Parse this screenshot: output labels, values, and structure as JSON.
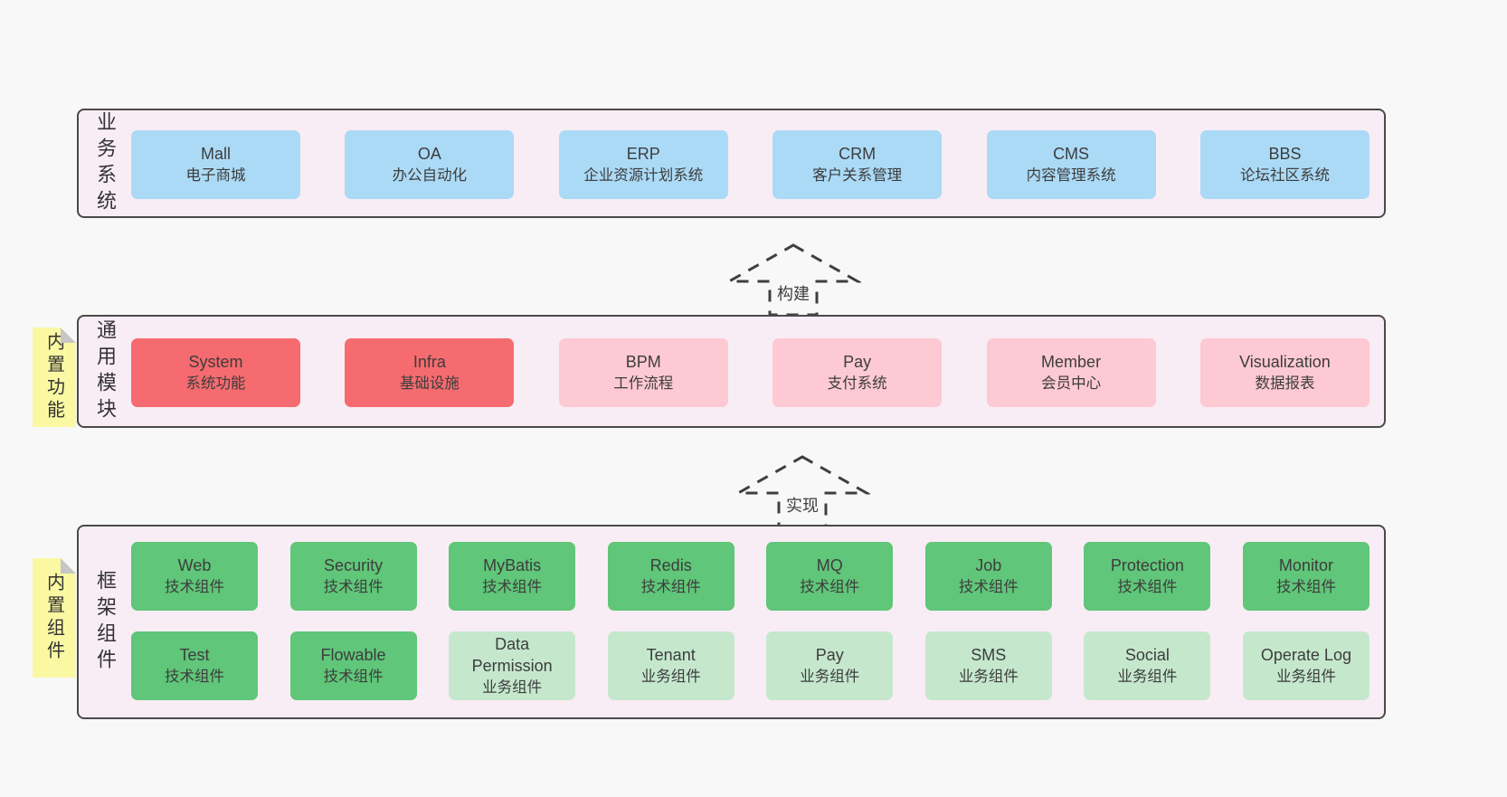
{
  "colors": {
    "page-bg": "#f8f8f8",
    "layer-bg": "#f9edf5",
    "layer-border": "#4a4a4a",
    "blue": "#abdaf6",
    "red": "#f56b6f",
    "pink": "#fdc9d2",
    "green": "#60c679",
    "green-light": "#c5e8cd",
    "sticky": "#faf8a2",
    "fold": "#c6c6c6",
    "text": "#3d3d3d",
    "arrow": "#3f3f3f"
  },
  "arrows": [
    {
      "label": "构建"
    },
    {
      "label": "实现"
    }
  ],
  "layers": [
    {
      "label": "业务系统",
      "rows": [
        [
          {
            "name": "Mall",
            "desc": "电子商城"
          },
          {
            "name": "OA",
            "desc": "办公自动化"
          },
          {
            "name": "ERP",
            "desc": "企业资源计划系统"
          },
          {
            "name": "CRM",
            "desc": "客户关系管理"
          },
          {
            "name": "CMS",
            "desc": "内容管理系统"
          },
          {
            "name": "BBS",
            "desc": "论坛社区系统"
          }
        ]
      ]
    },
    {
      "label": "通用模块",
      "sticky": "内置功能",
      "rows": [
        [
          {
            "name": "System",
            "desc": "系统功能"
          },
          {
            "name": "Infra",
            "desc": "基础设施"
          },
          {
            "name": "BPM",
            "desc": "工作流程"
          },
          {
            "name": "Pay",
            "desc": "支付系统"
          },
          {
            "name": "Member",
            "desc": "会员中心"
          },
          {
            "name": "Visualization",
            "desc": "数据报表"
          }
        ]
      ]
    },
    {
      "label": "框架组件",
      "sticky": "内置组件",
      "rows": [
        [
          {
            "name": "Web",
            "desc": "技术组件"
          },
          {
            "name": "Security",
            "desc": "技术组件"
          },
          {
            "name": "MyBatis",
            "desc": "技术组件"
          },
          {
            "name": "Redis",
            "desc": "技术组件"
          },
          {
            "name": "MQ",
            "desc": "技术组件"
          },
          {
            "name": "Job",
            "desc": "技术组件"
          },
          {
            "name": "Protection",
            "desc": "技术组件"
          },
          {
            "name": "Monitor",
            "desc": "技术组件"
          }
        ],
        [
          {
            "name": "Test",
            "desc": "技术组件"
          },
          {
            "name": "Flowable",
            "desc": "技术组件"
          },
          {
            "name": "Data Permission",
            "desc": "业务组件"
          },
          {
            "name": "Tenant",
            "desc": "业务组件"
          },
          {
            "name": "Pay",
            "desc": "业务组件"
          },
          {
            "name": "SMS",
            "desc": "业务组件"
          },
          {
            "name": "Social",
            "desc": "业务组件"
          },
          {
            "name": "Operate Log",
            "desc": "业务组件"
          }
        ]
      ]
    }
  ]
}
